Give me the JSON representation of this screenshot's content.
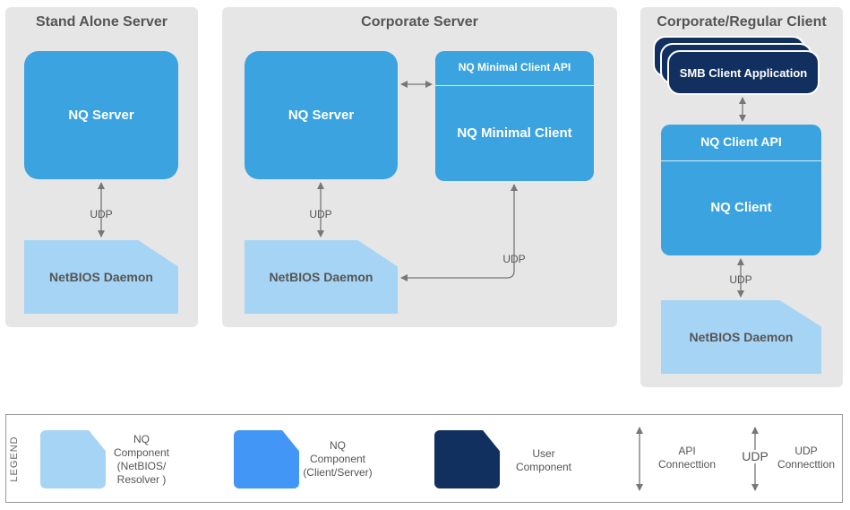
{
  "panels": {
    "standalone_title": "Stand Alone Server",
    "corporate_title": "Corporate Server",
    "client_title": "Corporate/Regular Client"
  },
  "standalone": {
    "server": "NQ Server",
    "daemon": "NetBIOS Daemon",
    "udp": "UDP"
  },
  "corporate": {
    "server": "NQ Server",
    "client_api": "NQ Minimal Client API",
    "client": "NQ Minimal Client",
    "daemon": "NetBIOS Daemon",
    "udp_left": "UDP",
    "udp_right": "UDP"
  },
  "client": {
    "smb_app": "SMB Client Application",
    "api": "NQ Client API",
    "client": "NQ Client",
    "daemon": "NetBIOS Daemon",
    "udp": "UDP"
  },
  "legend": {
    "title": "LEGEND",
    "nq_netbios": "NQ Component (NetBIOS/ Resolver )",
    "nq_client_server": "NQ Component (Client/Server)",
    "user_component": "User Component",
    "api_connection": "API Connecttion",
    "udp_symbol": "UDP",
    "udp_connection": "UDP Connecttion"
  },
  "colors": {
    "panel": "#e6e6e6",
    "nq_component": "#3aa3e0",
    "netbios_component": "#a6d4f4",
    "user_component": "#12305f",
    "arrow": "#777777"
  }
}
